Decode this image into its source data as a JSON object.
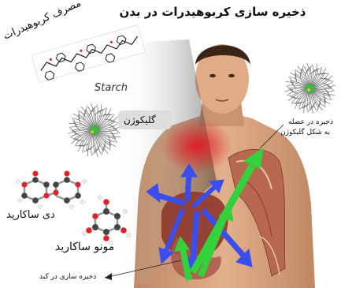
{
  "title": "ذخیره سازی کربوهیدرات در بدن",
  "labels": {
    "consume": "مصرف کربوهیدرات",
    "starch": "Starch",
    "glycogen": "گلیکوژن",
    "muscle_line1": "ذخیره در عضله",
    "muscle_line2": "به شکل گلیکوژن",
    "disaccharide": "دی ساکارید",
    "monosaccharide": "مونو ساکارید",
    "liver": "ذخیره سازی در کبد"
  },
  "colors": {
    "arrow_blue": "#3a4ef0",
    "arrow_green": "#33d13c",
    "accent_red": "#e5121b",
    "skin": "#d9a37e",
    "muscle": "#b8684e"
  },
  "icons": {
    "glycogen_molecule": "glycogen-molecule-icon",
    "starch_chain": "starch-chain-icon",
    "disaccharide_molecule": "disaccharide-molecule-icon",
    "monosaccharide_molecule": "monosaccharide-molecule-icon"
  }
}
